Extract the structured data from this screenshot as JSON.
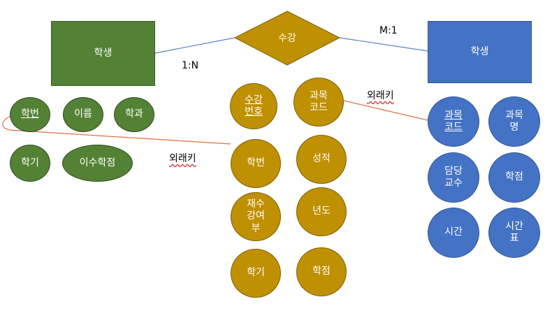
{
  "entities": {
    "left": "학생",
    "right": "학생"
  },
  "relationship": "수강",
  "cardinality": {
    "left": "1:N",
    "right": "M:1"
  },
  "foreign_key_labels": {
    "upper": "외래키",
    "lower": "외래키"
  },
  "left_attributes": {
    "student_id": "학번",
    "name": "이름",
    "department": "학과",
    "semester": "학기",
    "credits_completed": "이수학점"
  },
  "middle_attributes": {
    "enrollment_no": "수강\n번호",
    "course_code": "과목\n코드",
    "student_id": "학번",
    "grade": "성적",
    "retake": "재수\n강여\n부",
    "year": "년도",
    "semester": "학기",
    "credit": "학점"
  },
  "right_attributes": {
    "course_code": "과목\n코드",
    "course_name": "과목\n명",
    "professor": "담당\n교수",
    "credit": "학점",
    "time": "시간",
    "timetable": "시간\n표"
  },
  "colors": {
    "left_entity": "#538135",
    "right_entity": "#4472c4",
    "relationship": "#bf9000",
    "connector_blue": "#5b7fc7",
    "connector_orange": "#e07040"
  }
}
